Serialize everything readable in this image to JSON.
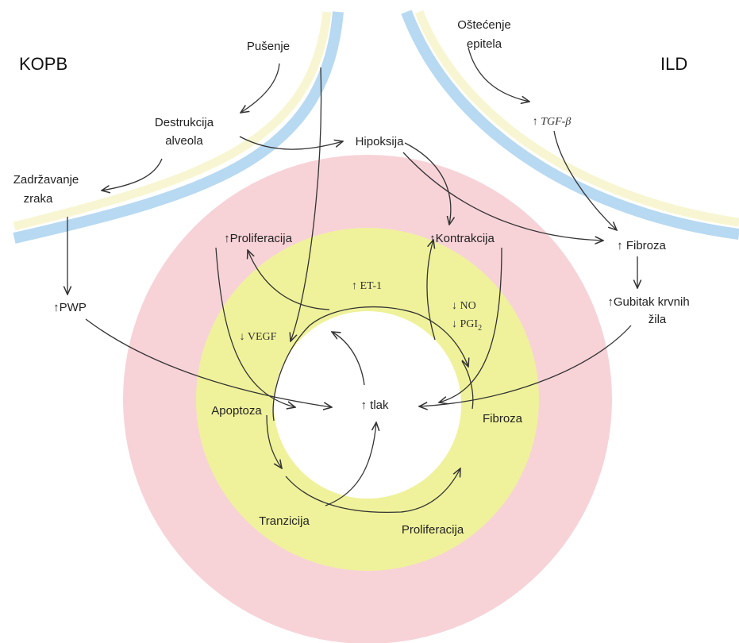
{
  "corners": {
    "left": "KOPB",
    "right": "ILD"
  },
  "labels": {
    "pusenje": "Pušenje",
    "destrukcija_1": "Destrukcija",
    "destrukcija_2": "alveola",
    "zadrzavanje_1": "Zadržavanje",
    "zadrzavanje_2": "zraka",
    "ostecenje_1": "Oštećenje",
    "ostecenje_2": "epitela",
    "tgf": "↑ TGF-β",
    "hipoksija": "Hipoksija",
    "proliferacija_top": "↑Proliferacija",
    "kontrakcija": "↑Kontrakcija",
    "fibroza_right": "↑ Fibroza",
    "gubitak_1": "↑Gubitak krvnih",
    "gubitak_2": "žila",
    "pwp": "↑PWP",
    "et1": "↑ ET-1",
    "no": "↓ NO",
    "pgi_base": "↓ PGI",
    "pgi_sub": "2",
    "vegf": "↓ VEGF",
    "tlak": "↑ tlak",
    "apoptoza": "Apoptoza",
    "fibroza_inner": "Fibroza",
    "tranzicija": "Tranzicija",
    "proliferacija_bottom": "Proliferacija"
  },
  "colors": {
    "outer_ring": "#f7d3d8",
    "inner_ring": "#eff29a",
    "lumen": "#ffffff",
    "band_blue": "#b7d9f2",
    "band_cream": "#f8f6d2",
    "arrow": "#333333"
  }
}
